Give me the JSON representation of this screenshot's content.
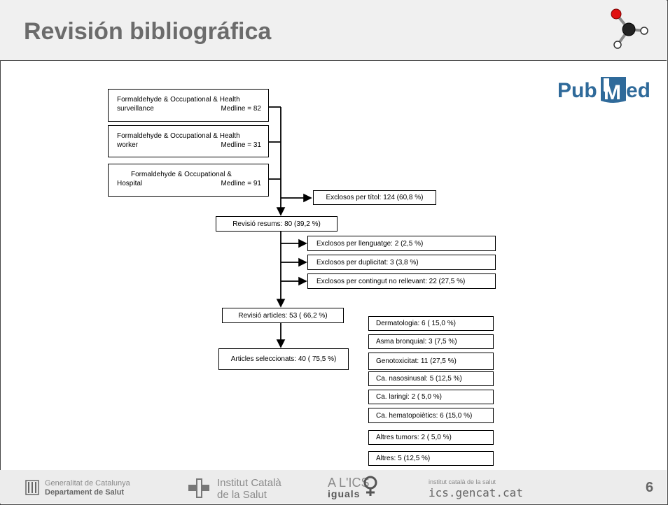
{
  "slide": {
    "title": "Revisión bibliográfica",
    "page_number": "6"
  },
  "logo": {
    "pubmed_pub": "Pub",
    "pubmed_m": "M",
    "pubmed_ed": "ed"
  },
  "sources": [
    {
      "line1": "Formaldehyde & Occupational & Health",
      "line2_left": "surveillance",
      "line2_right": "Medline = 82"
    },
    {
      "line1": "Formaldehyde & Occupational & Health",
      "line2_left": "worker",
      "line2_right": "Medline = 31"
    },
    {
      "line1": "Formaldehyde & Occupational &",
      "line2_left": "Hospital",
      "line2_right": "Medline = 91"
    }
  ],
  "flow": {
    "excluded_title": "Exclosos per títol: 124 (60,8 %)",
    "review_abstracts": "Revisió resums: 80 (39,2 %)",
    "excluded_language": "Exclosos per llenguatge: 2 (2,5 %)",
    "excluded_duplicate": "Exclosos per duplicitat: 3 (3,8 %)",
    "excluded_content": "Exclosos per contingut no rellevant: 22 (27,5 %)",
    "review_articles": "Revisió articles: 53 ( 66,2 %)",
    "selected_articles": "Articles seleccionats: 40 ( 75,5 %)"
  },
  "categories": [
    "Dermatologia: 6 (  15,0 %)",
    "Asma bronquial: 3 (7,5 %)",
    "Genotoxicitat: 11 (27,5  %)",
    "Ca. nasosinusal: 5 (12,5 %)",
    "Ca. laringi: 2 ( 5,0 %)",
    "Ca. hematopoiètics: 6 (15,0  %)",
    "Altres tumors: 2 ( 5,0 %)",
    "Altres: 5 (12,5 %)"
  ],
  "footer": {
    "generalitat_line1": "Generalitat de Catalunya",
    "generalitat_line2": "Departament de Salut",
    "ics_line1": "Institut Català",
    "ics_line2": "de la Salut",
    "aliics_line1": "A L'ICS",
    "aliics_line2": "iguals",
    "site_line1": "institut català de la salut",
    "site_line2": "ics.gencat.cat"
  },
  "colors": {
    "title": "#6b6b6b",
    "pubmed_blue": "#2f6a9a",
    "pubmed_red": "#c8202a"
  }
}
